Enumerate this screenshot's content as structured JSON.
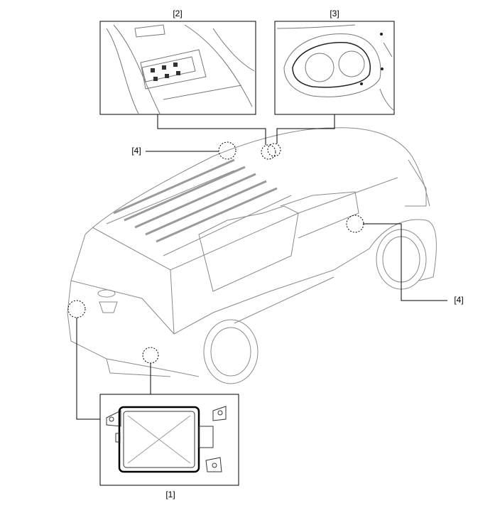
{
  "labels": {
    "item1": "[1]",
    "item2": "[2]",
    "item3": "[3]",
    "item4_roof": "[4]",
    "item4_side": "[4]"
  },
  "colors": {
    "line": "#000000",
    "drawing": "#8a8a8a"
  }
}
